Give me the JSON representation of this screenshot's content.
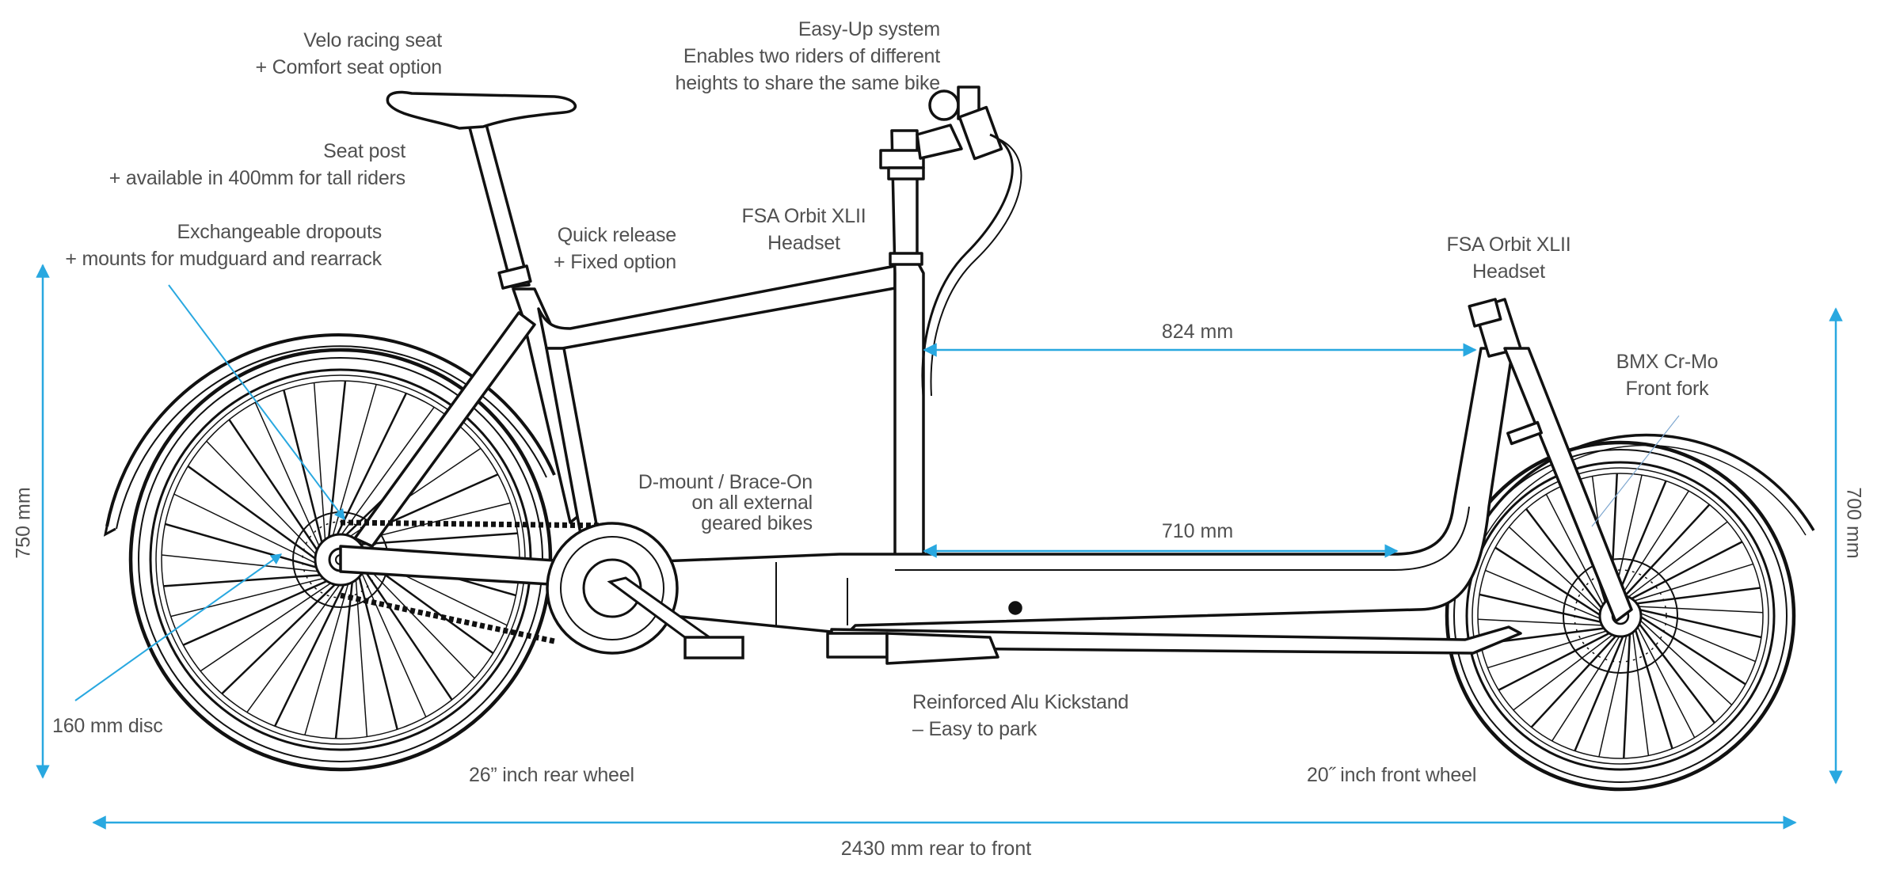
{
  "colors": {
    "dimension_line": "#29a8e0",
    "drawing_line": "#111111",
    "label_text": "#505050"
  },
  "labels": {
    "seat": {
      "line1": "Velo racing seat",
      "line2": "+ Comfort seat option"
    },
    "seat_post": {
      "line1": "Seat post",
      "line2": "+ available in 400mm for tall riders"
    },
    "dropouts": {
      "line1": "Exchangeable dropouts",
      "line2": "+ mounts for mudguard and rearrack"
    },
    "quick_release": {
      "line1": "Quick release",
      "line2": "+ Fixed option"
    },
    "rear_headset": {
      "line1": "FSA Orbit XLII",
      "line2": "Headset"
    },
    "easy_up": {
      "line1": "Easy-Up system",
      "line2": "Enables two riders of different",
      "line3": "heights to share the same bike"
    },
    "front_headset": {
      "line1": "FSA Orbit XLII",
      "line2": "Headset"
    },
    "front_fork": {
      "line1": "BMX Cr-Mo",
      "line2": "Front fork"
    },
    "d_mount": {
      "line1": "D-mount / Brace-On",
      "line2": "on all external",
      "line3": "geared bikes"
    },
    "kickstand": {
      "line1": "Reinforced Alu Kickstand",
      "line2": "– Easy to park"
    },
    "disc": {
      "line1": "160 mm disc"
    },
    "rear_wheel": {
      "line1": "26” inch rear wheel"
    },
    "front_wheel": {
      "line1": "20˝ inch front wheel"
    }
  },
  "dimensions": {
    "cargo_top": {
      "label": "824 mm",
      "value_mm": 824
    },
    "cargo_bottom": {
      "label": "710 mm",
      "value_mm": 710
    },
    "rear_height": {
      "label": "750 mm",
      "value_mm": 750
    },
    "front_height": {
      "label": "700 mm",
      "value_mm": 700
    },
    "total_length": {
      "label": "2430 mm rear to front",
      "value_mm": 2430
    }
  }
}
